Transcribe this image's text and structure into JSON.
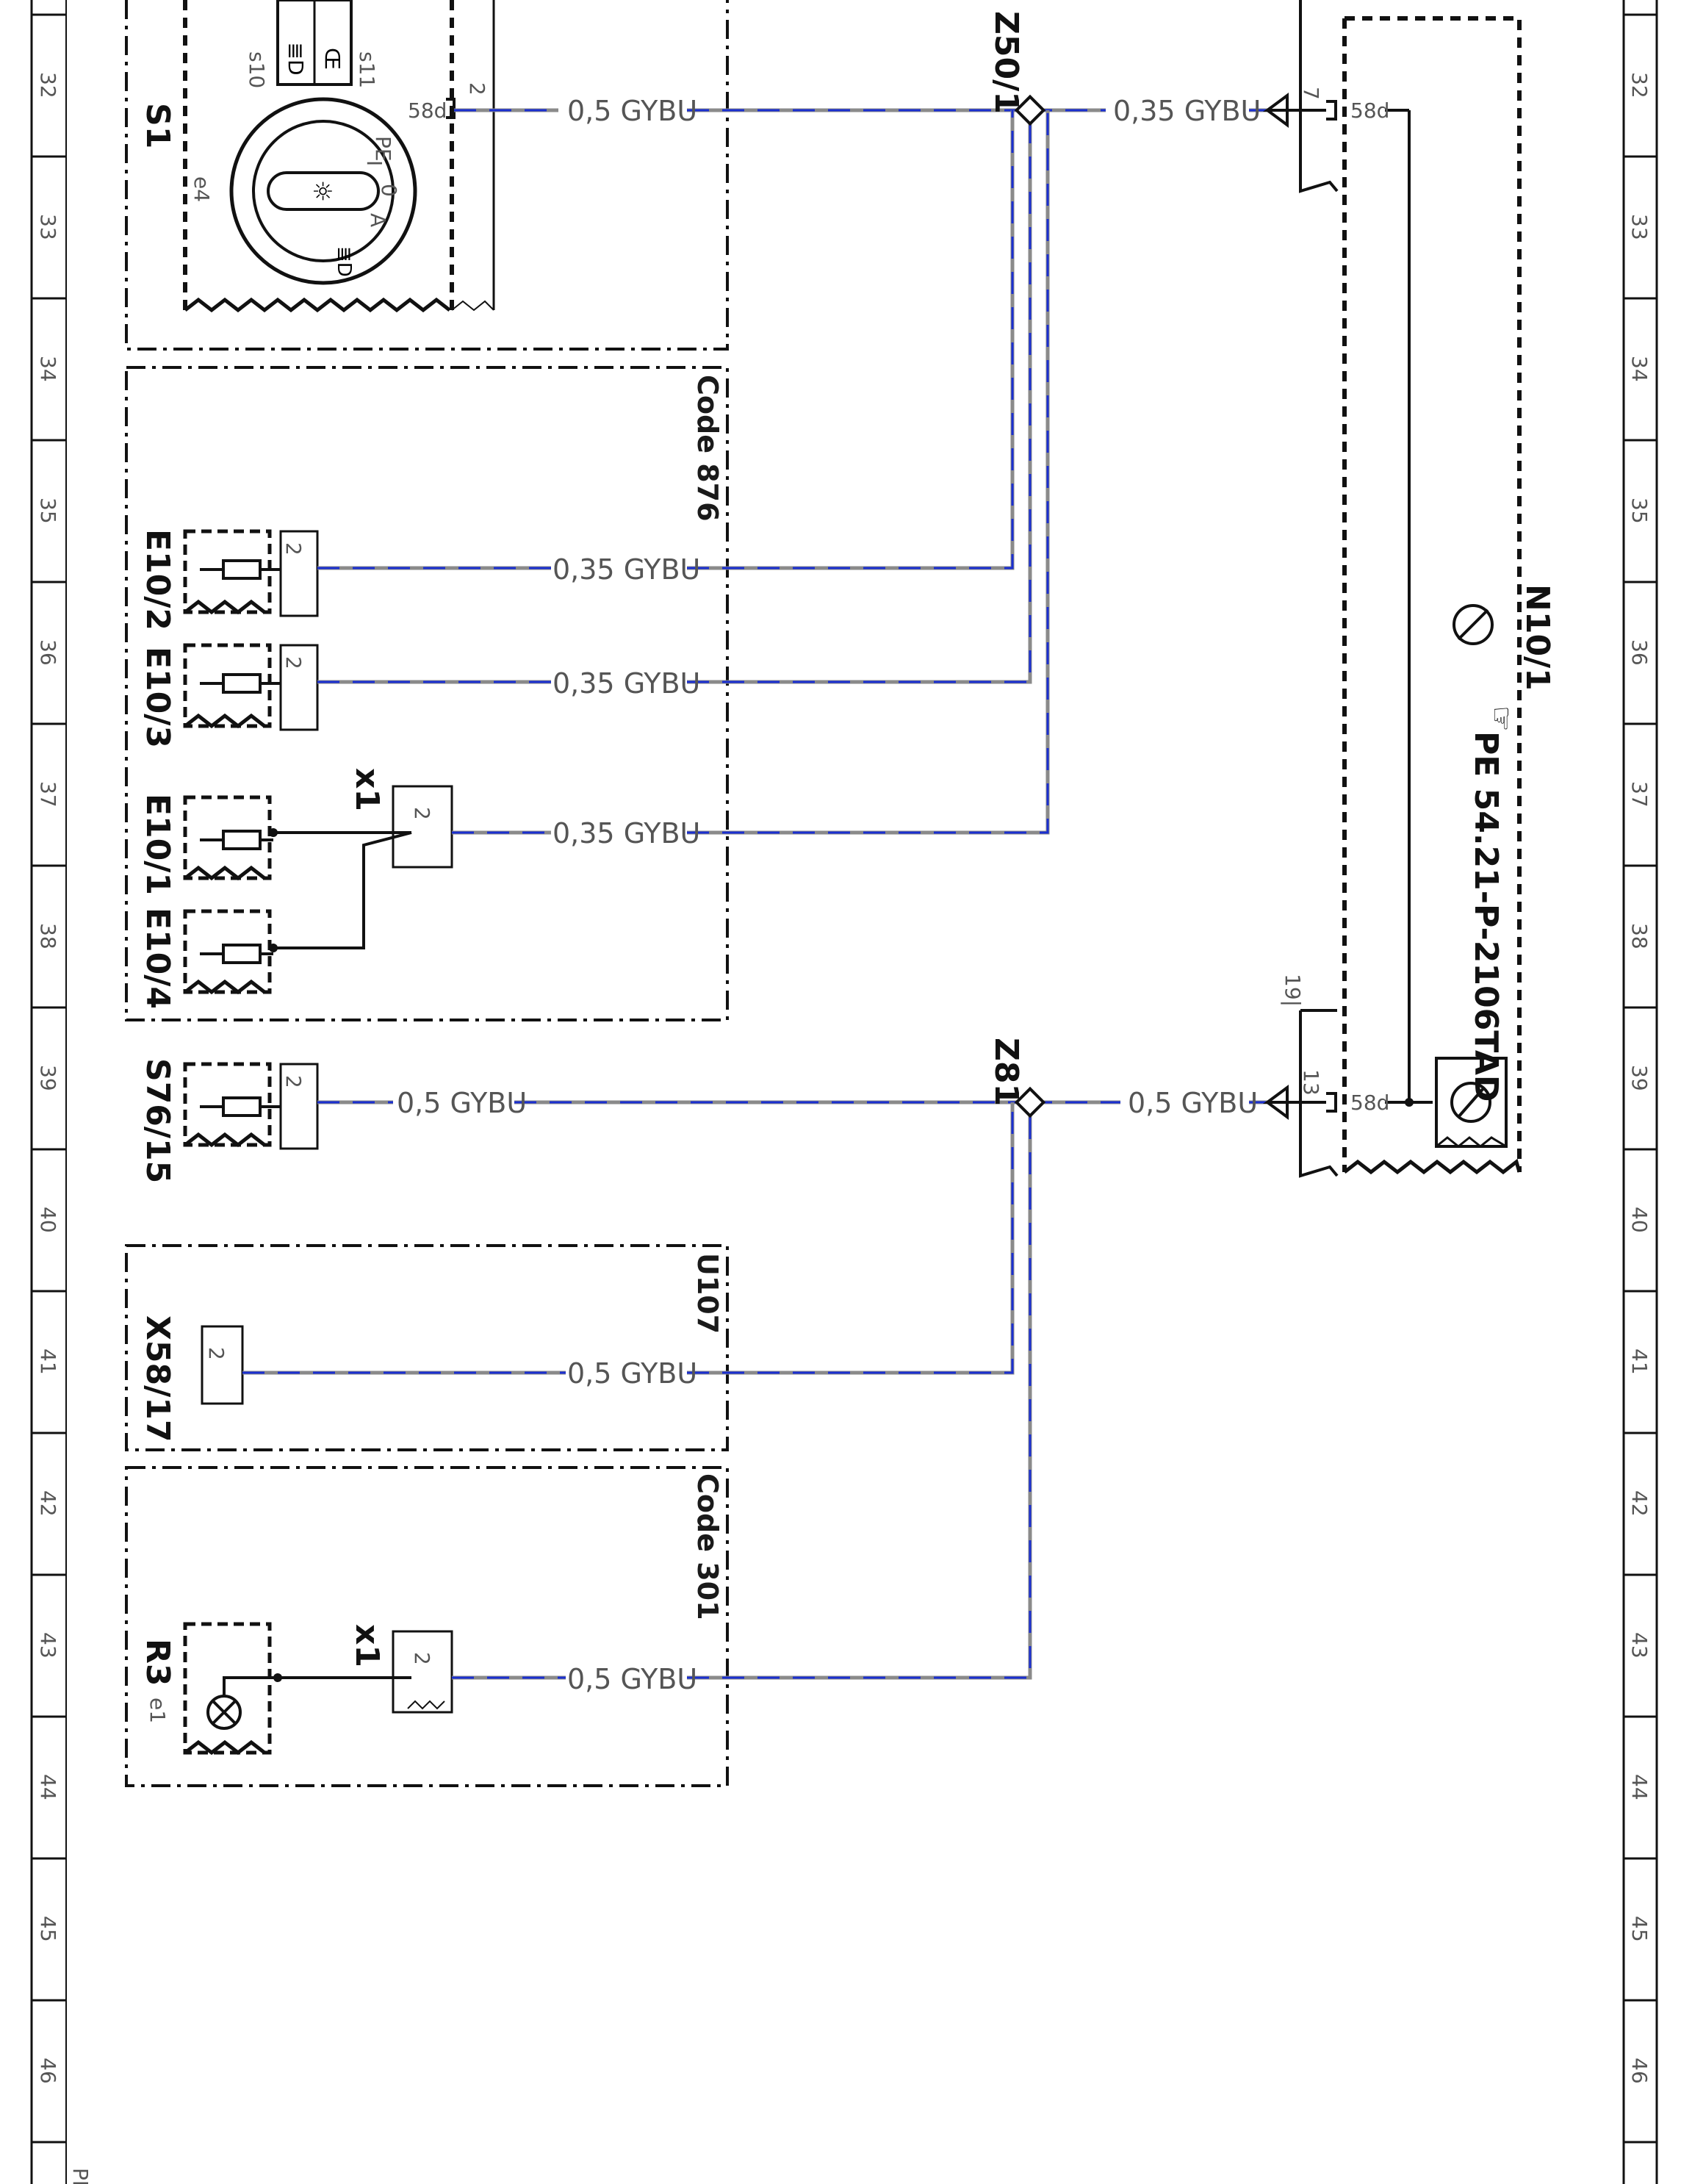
{
  "row_numbers": [
    "32",
    "33",
    "34",
    "35",
    "36",
    "37",
    "38",
    "39",
    "40",
    "41",
    "42",
    "43",
    "44",
    "45",
    "46"
  ],
  "footer_mark": "PE",
  "components": {
    "s1": "S1",
    "s1_sub_e4": "e4",
    "s1_sub_s10": "s10",
    "s1_sub_s11": "s11",
    "code876": "Code 876",
    "e10_2": "E10/2",
    "e10_3": "E10/3",
    "e10_1": "E10/1",
    "e10_4": "E10/4",
    "x1_top": "x1",
    "s76_15": "S76/15",
    "u107": "U107",
    "x58_17": "X58/17",
    "code301": "Code 301",
    "r3": "R3",
    "r3_sub": "e1",
    "x1_bottom": "x1",
    "z50_1": "Z50/1",
    "z81": "Z81",
    "n10_1": "N10/1",
    "pe_ref": "PE 54.21-P-2106TAD"
  },
  "switch_positions": {
    "p0": "0",
    "pA": "A",
    "p_park": "PE",
    "p_lamp": "I"
  },
  "pins": {
    "s1_pin": "2",
    "s1_term": "58d",
    "e10_2_pin": "2",
    "e10_3_pin": "2",
    "x1_top_pin": "2",
    "s76_pin": "2",
    "x58_pin": "2",
    "x1_bottom_pin": "2",
    "n10_pin7": "7",
    "n10_term7": "58d",
    "n10_pin13": "13",
    "n10_term13": "58d",
    "n10_19": "19|"
  },
  "wires": {
    "w_s1": "0,5 GYBU",
    "w_n10_top": "0,35 GYBU",
    "w_e10_2": "0,35 GYBU",
    "w_e10_3": "0,35 GYBU",
    "w_e10_1": "0,35 GYBU",
    "w_s76": "0,5 GYBU",
    "w_n10_bottom": "0,5 GYBU",
    "w_x58": "0,5 GYBU",
    "w_r3": "0,5 GYBU"
  },
  "colors": {
    "wire_grey": "#8a8a8a",
    "wire_blue": "#1a2fd0",
    "frame": "#111111"
  }
}
